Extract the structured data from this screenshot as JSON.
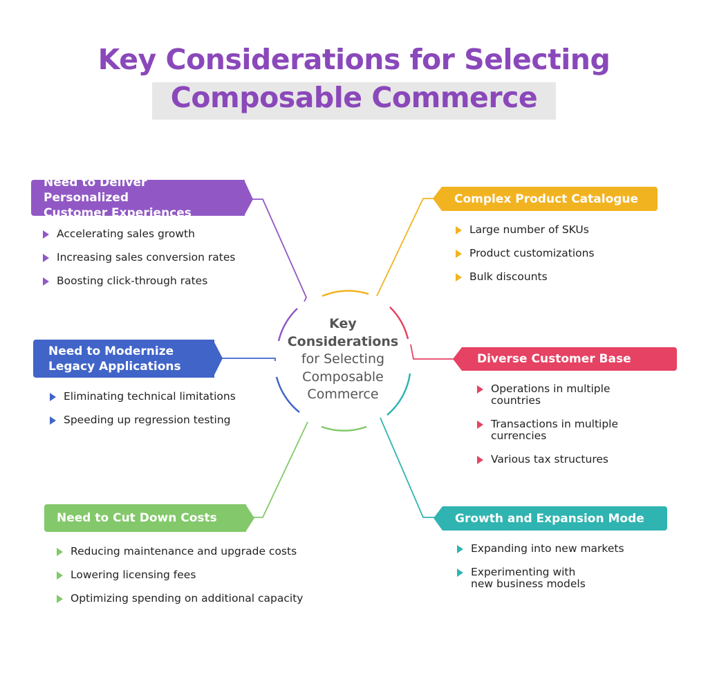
{
  "title": {
    "line1": "Key Considerations for Selecting",
    "line2": "Composable Commerce"
  },
  "center": {
    "line1": "Key",
    "line2": "Considerations",
    "line3": "for Selecting",
    "line4": "Composable",
    "line5": "Commerce"
  },
  "branches": {
    "personalized": {
      "color": "#9158c5",
      "title_line1": "Need to Deliver Personalized",
      "title_line2": "Customer Experiences",
      "items": [
        "Accelerating sales growth",
        "Increasing sales conversion rates",
        "Boosting click-through rates"
      ]
    },
    "modernize": {
      "color": "#4064c8",
      "title_line1": "Need to Modernize",
      "title_line2": "Legacy Applications",
      "items": [
        "Eliminating technical limitations",
        "Speeding up regression testing"
      ]
    },
    "costs": {
      "color": "#83c86a",
      "title_line1": "Need to Cut Down Costs",
      "items": [
        "Reducing maintenance and upgrade costs",
        "Lowering licensing fees",
        "Optimizing spending on additional capacity"
      ]
    },
    "catalogue": {
      "color": "#f2b320",
      "title_line1": "Complex Product Catalogue",
      "items": [
        "Large number of SKUs",
        "Product customizations",
        "Bulk discounts"
      ]
    },
    "diverse": {
      "color": "#e64263",
      "title_line1": "Diverse Customer Base",
      "items": [
        {
          "l1": "Operations in multiple",
          "l2": "countries"
        },
        {
          "l1": "Transactions in multiple",
          "l2": "currencies"
        },
        {
          "l1": "Various tax structures",
          "l2": ""
        }
      ]
    },
    "growth": {
      "color": "#2fb4b1",
      "title_line1": "Growth and Expansion Mode",
      "items": [
        {
          "l1": "Expanding into new markets",
          "l2": ""
        },
        {
          "l1": "Experimenting with",
          "l2": "new business models"
        }
      ]
    }
  },
  "icons": {
    "bullet": "triangle-right-icon"
  }
}
